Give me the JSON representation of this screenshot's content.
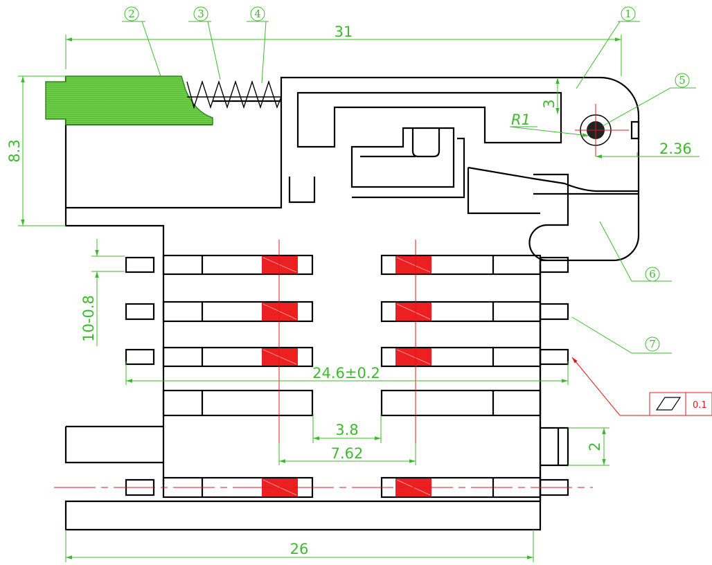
{
  "colors": {
    "outline": "#000000",
    "dimension": "#3cba2c",
    "centerline": "#e01818",
    "contact_pad": "#ec2020",
    "push_button": "#5fc33b"
  },
  "callouts": {
    "c1": "1",
    "c2": "2",
    "c3": "3",
    "c4": "4",
    "c5": "5",
    "c6": "6",
    "c7": "7"
  },
  "dimensions": {
    "overall_length": "31",
    "overall_height": "8.3",
    "lever_height": "3",
    "pivot_radius": "R1",
    "pivot_offset": "2.36",
    "contact_pitch": "10-0.8",
    "contact_span": "24.6±0.2",
    "contact_gap": "3.8",
    "contact_spacing": "7.62",
    "side_tab": "2",
    "base_length": "26"
  },
  "tolerance_frame": {
    "symbol": "flatness-icon",
    "value": "0.1"
  }
}
